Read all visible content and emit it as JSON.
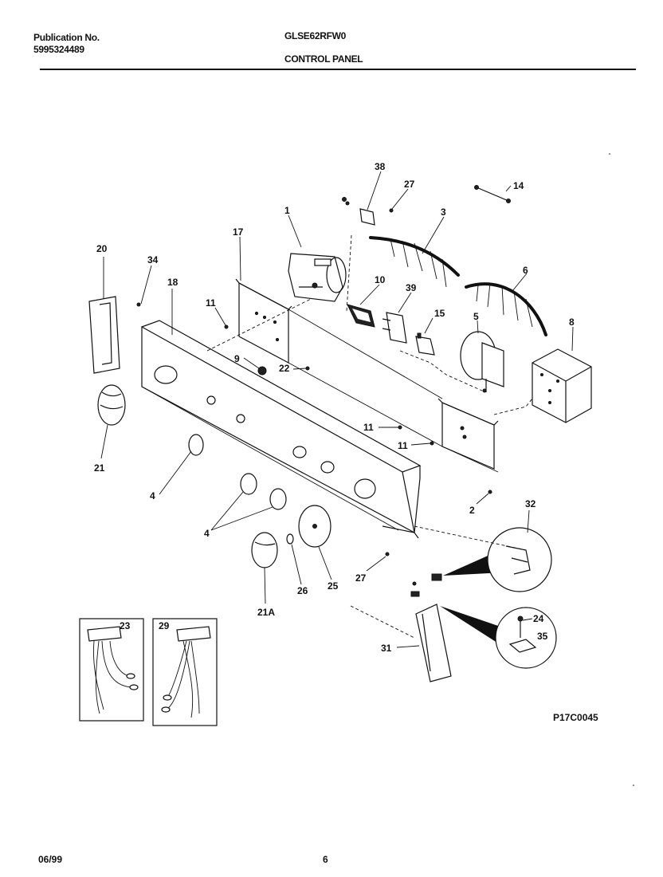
{
  "header": {
    "publication_label": "Publication No.",
    "publication_number": "5995324489",
    "model": "GLSE62RFW0",
    "section": "CONTROL PANEL"
  },
  "diagram": {
    "drawing_code": "P17C0045",
    "callouts": {
      "c1": "1",
      "c2": "2",
      "c3": "3",
      "c4a": "4",
      "c4b": "4",
      "c5": "5",
      "c6": "6",
      "c8": "8",
      "c9": "9",
      "c10": "10",
      "c11a": "11",
      "c11b": "11",
      "c11c": "11",
      "c14": "14",
      "c15": "15",
      "c17": "17",
      "c18": "18",
      "c20": "20",
      "c21": "21",
      "c21a": "21A",
      "c22": "22",
      "c23": "23",
      "c24": "24",
      "c25": "25",
      "c26": "26",
      "c27a": "27",
      "c27b": "27",
      "c29": "29",
      "c31": "31",
      "c32": "32",
      "c34": "34",
      "c35": "35",
      "c38": "38",
      "c39": "39"
    }
  },
  "footer": {
    "date": "06/99",
    "page": "6"
  }
}
